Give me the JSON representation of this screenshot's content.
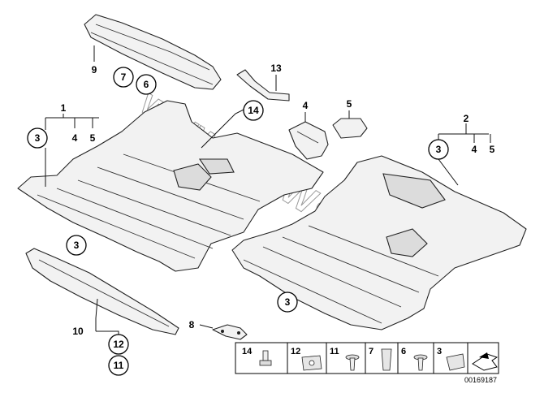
{
  "callouts": {
    "c9": "9",
    "c7": "7",
    "c6": "6",
    "c13": "13",
    "c14": "14",
    "c1": "1",
    "c3a": "3",
    "c4a": "4",
    "c5a": "5",
    "c4b": "4",
    "c5b": "5",
    "c2": "2",
    "c3b": "3",
    "c4c": "4",
    "c5c": "5",
    "c3c": "3",
    "c3d": "3",
    "c10": "10",
    "c12": "12",
    "c11": "11",
    "c8": "8"
  },
  "legend": [
    {
      "num": "14"
    },
    {
      "num": "12"
    },
    {
      "num": "11"
    },
    {
      "num": "7"
    },
    {
      "num": "6"
    },
    {
      "num": "3"
    },
    {
      "num": ""
    }
  ],
  "diagram_ref": "00169187",
  "watermark": "www.BMWs.be.ru"
}
